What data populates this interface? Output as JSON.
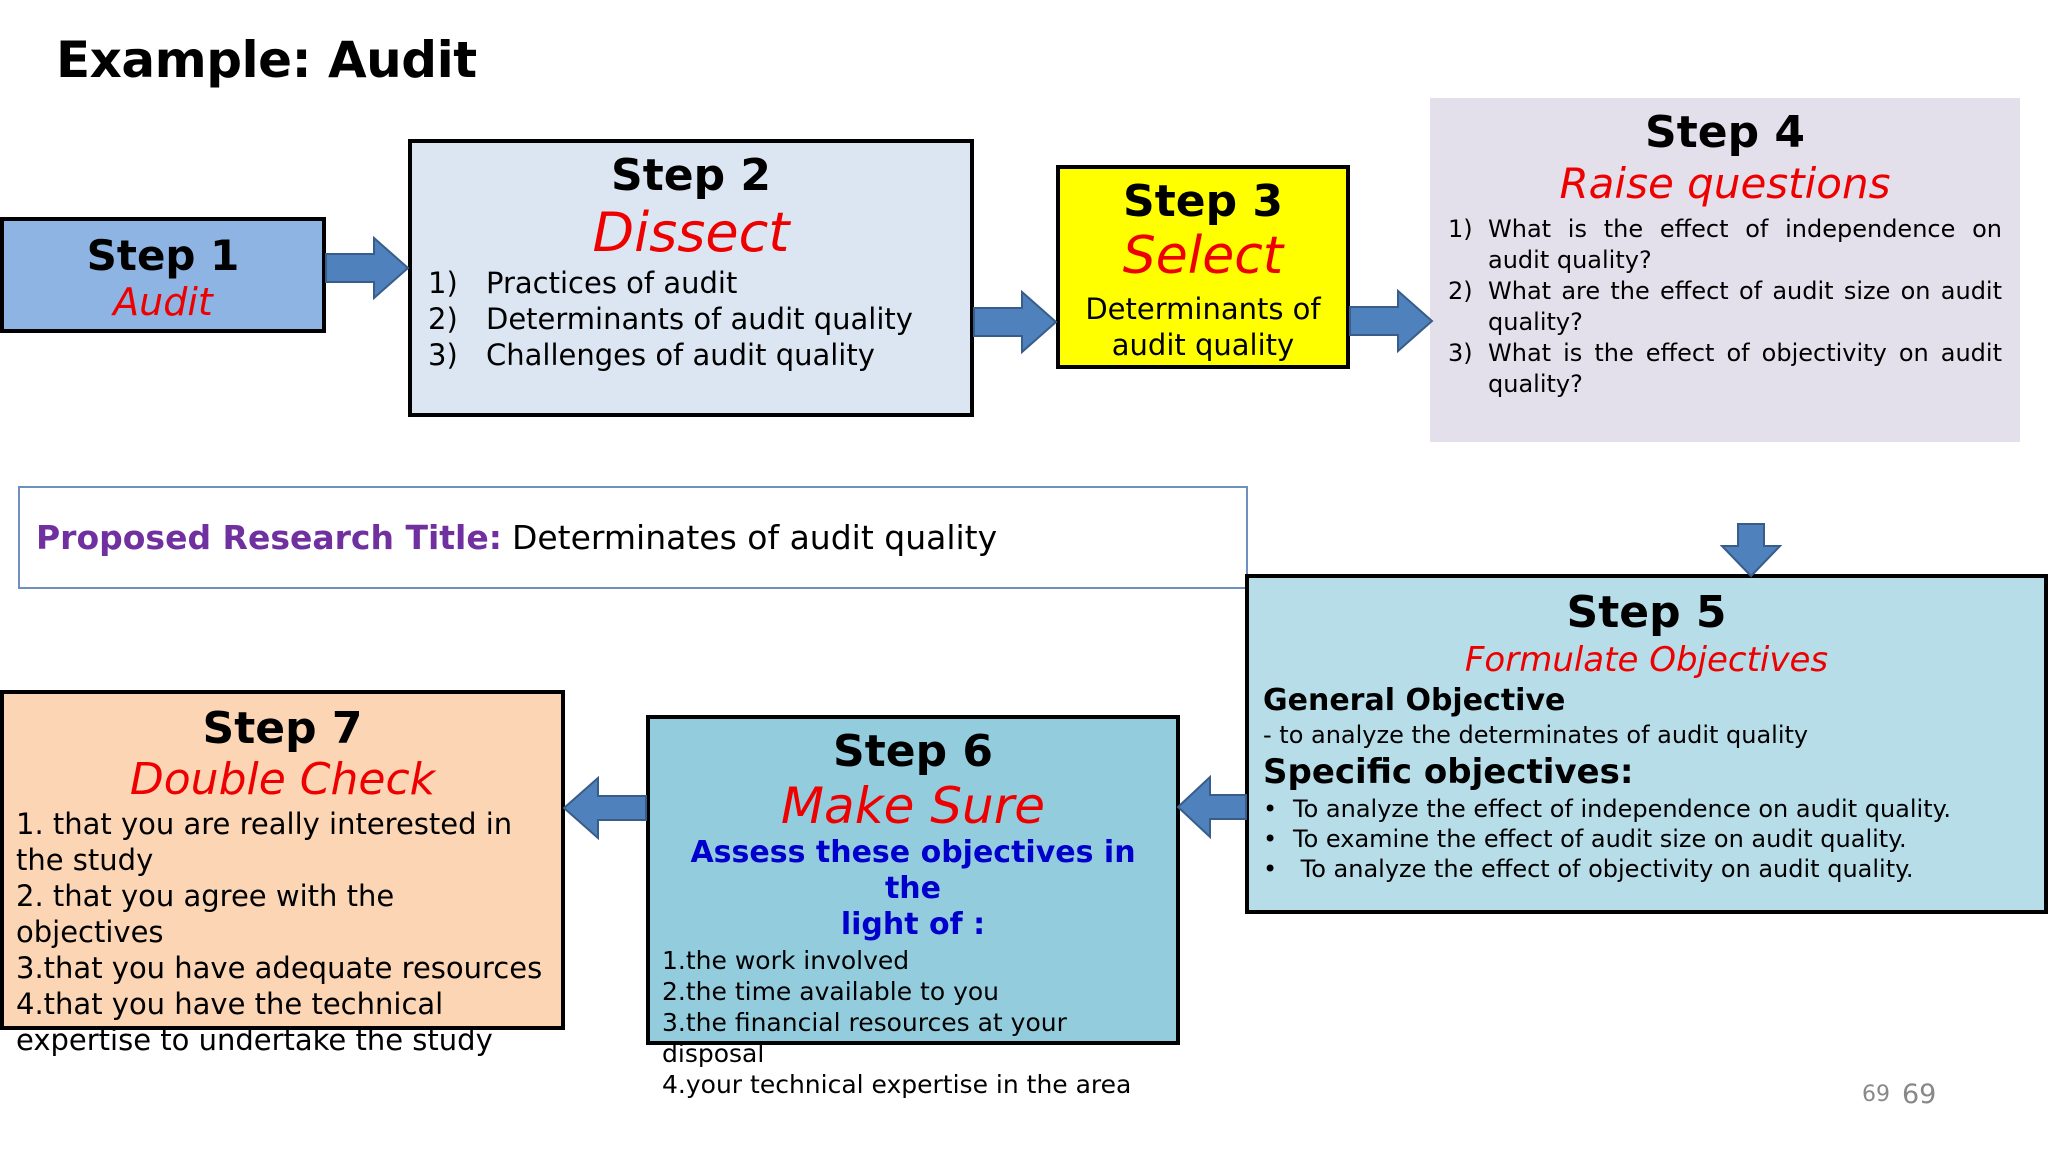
{
  "title": "Example: Audit",
  "colors": {
    "step1_bg": "#8eb4e3",
    "step2_bg": "#dce6f2",
    "step3_bg": "#ffff00",
    "step4_bg": "#e4e0eb",
    "step5_bg": "#b7dde8",
    "step6_bg": "#93cddd",
    "step7_bg": "#fcd5b5",
    "arrow": "#4f81bd",
    "subtitle_red": "#ee0000",
    "research_label": "#7030a0",
    "assess_blue": "#0000cc"
  },
  "step1": {
    "heading": "Step 1",
    "subtitle": "Audit"
  },
  "step2": {
    "heading": "Step 2",
    "subtitle": "Dissect",
    "items": [
      {
        "num": "1)",
        "text": "Practices of audit"
      },
      {
        "num": "2)",
        "text": "Determinants of audit quality"
      },
      {
        "num": "3)",
        "text": "Challenges of audit quality"
      }
    ]
  },
  "step3": {
    "heading": "Step 3",
    "subtitle": "Select",
    "desc_line1": "Determinants of",
    "desc_line2": "audit quality"
  },
  "step4": {
    "heading": "Step 4",
    "subtitle": "Raise questions",
    "items": [
      {
        "num": "1)",
        "text": "What is the effect of independence on audit quality?"
      },
      {
        "num": "2)",
        "text": "What are the effect of  audit size on audit quality?"
      },
      {
        "num": "3)",
        "text": "What is the effect of objectivity on audit quality?"
      }
    ]
  },
  "research_title": {
    "label": "Proposed Research Title:",
    "value": "Determinates of audit quality"
  },
  "step5": {
    "heading": "Step 5",
    "subtitle": "Formulate Objectives",
    "general_heading": "General Objective",
    "general_text": "- to analyze the determinates of audit quality",
    "specific_heading": "Specific objectives:",
    "bullets": [
      "To analyze the effect of independence on audit quality.",
      "To examine the effect of  audit size on audit quality.",
      " To analyze the effect of objectivity on audit quality."
    ]
  },
  "step6": {
    "heading": "Step 6",
    "subtitle": "Make Sure",
    "assess_line1": "Assess these objectives in the",
    "assess_line2": "light of :",
    "items": [
      "1.the work involved",
      "2.the time available to you",
      "3.the financial resources at your disposal",
      "4.your technical expertise in the area"
    ]
  },
  "step7": {
    "heading": "Step 7",
    "subtitle": "Double Check",
    "items": [
      "1. that you are really interested in the study",
      "2. that you agree with the objectives",
      "3.that you have adequate resources",
      "4.that you have the technical expertise to undertake the study"
    ]
  },
  "page_number_small": "69",
  "page_number": "69"
}
